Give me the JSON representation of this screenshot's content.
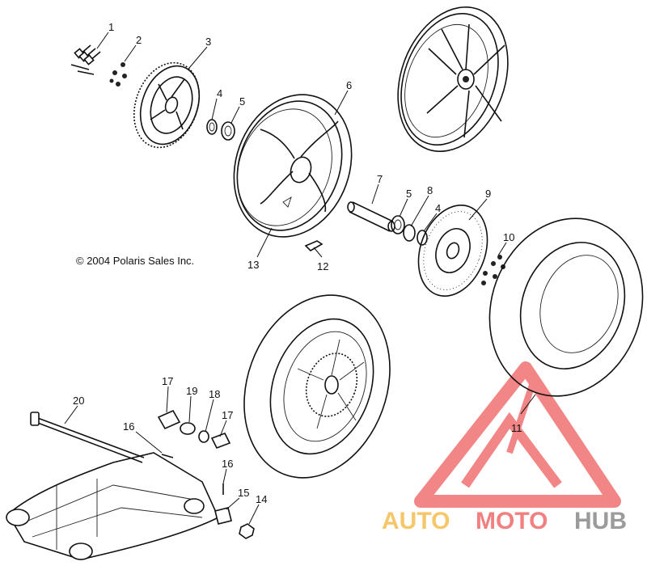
{
  "copyright": "© 2004 Polaris Sales Inc.",
  "callouts": [
    "1",
    "2",
    "3",
    "4",
    "5",
    "6",
    "7",
    "5",
    "8",
    "4",
    "9",
    "10",
    "11",
    "12",
    "13",
    "14",
    "15",
    "16",
    "16",
    "17",
    "17",
    "18",
    "19",
    "20"
  ],
  "watermark": {
    "text_auto": "AUTO",
    "text_moto": "MOTO",
    "text_hub": "HUB",
    "colors": {
      "auto": "#f6c66a",
      "moto": "#f28080",
      "hub": "#9b9b9b",
      "triangle": "#f07070"
    }
  }
}
